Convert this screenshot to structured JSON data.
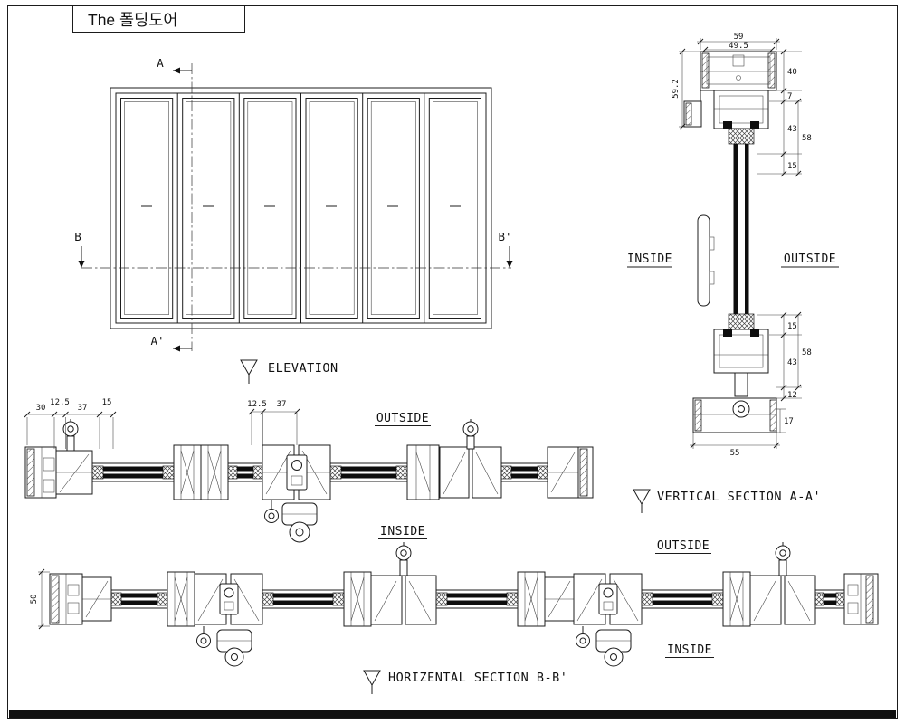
{
  "sheet": {
    "title": "The 폴딩도어"
  },
  "elevation": {
    "label": "ELEVATION",
    "marker_a": "A",
    "marker_a_prime": "A'",
    "marker_b": "B",
    "marker_b_prime": "B'"
  },
  "vertical_section": {
    "label": "VERTICAL SECTION A-A'",
    "inside": "INSIDE",
    "outside": "OUTSIDE",
    "dims": {
      "outer_width": "59",
      "inner_width": "49.5",
      "head_height": "59.2",
      "top_a": "40",
      "top_b": "7",
      "top_c": "43",
      "top_d": "58",
      "top_e": "15",
      "bottom_a": "15",
      "bottom_b": "43",
      "bottom_c": "58",
      "bottom_d": "12",
      "track_height": "17",
      "sill_width": "55"
    }
  },
  "horizontal_section_upper": {
    "outside": "OUTSIDE",
    "inside": "INSIDE",
    "dims": {
      "a": "30",
      "b": "12.5",
      "c": "37",
      "d": "15",
      "e": "12.5",
      "f": "37"
    }
  },
  "horizontal_section_lower": {
    "label": "HORIZENTAL SECTION B-B'",
    "outside": "OUTSIDE",
    "inside": "INSIDE",
    "dims": {
      "height": "50"
    }
  }
}
